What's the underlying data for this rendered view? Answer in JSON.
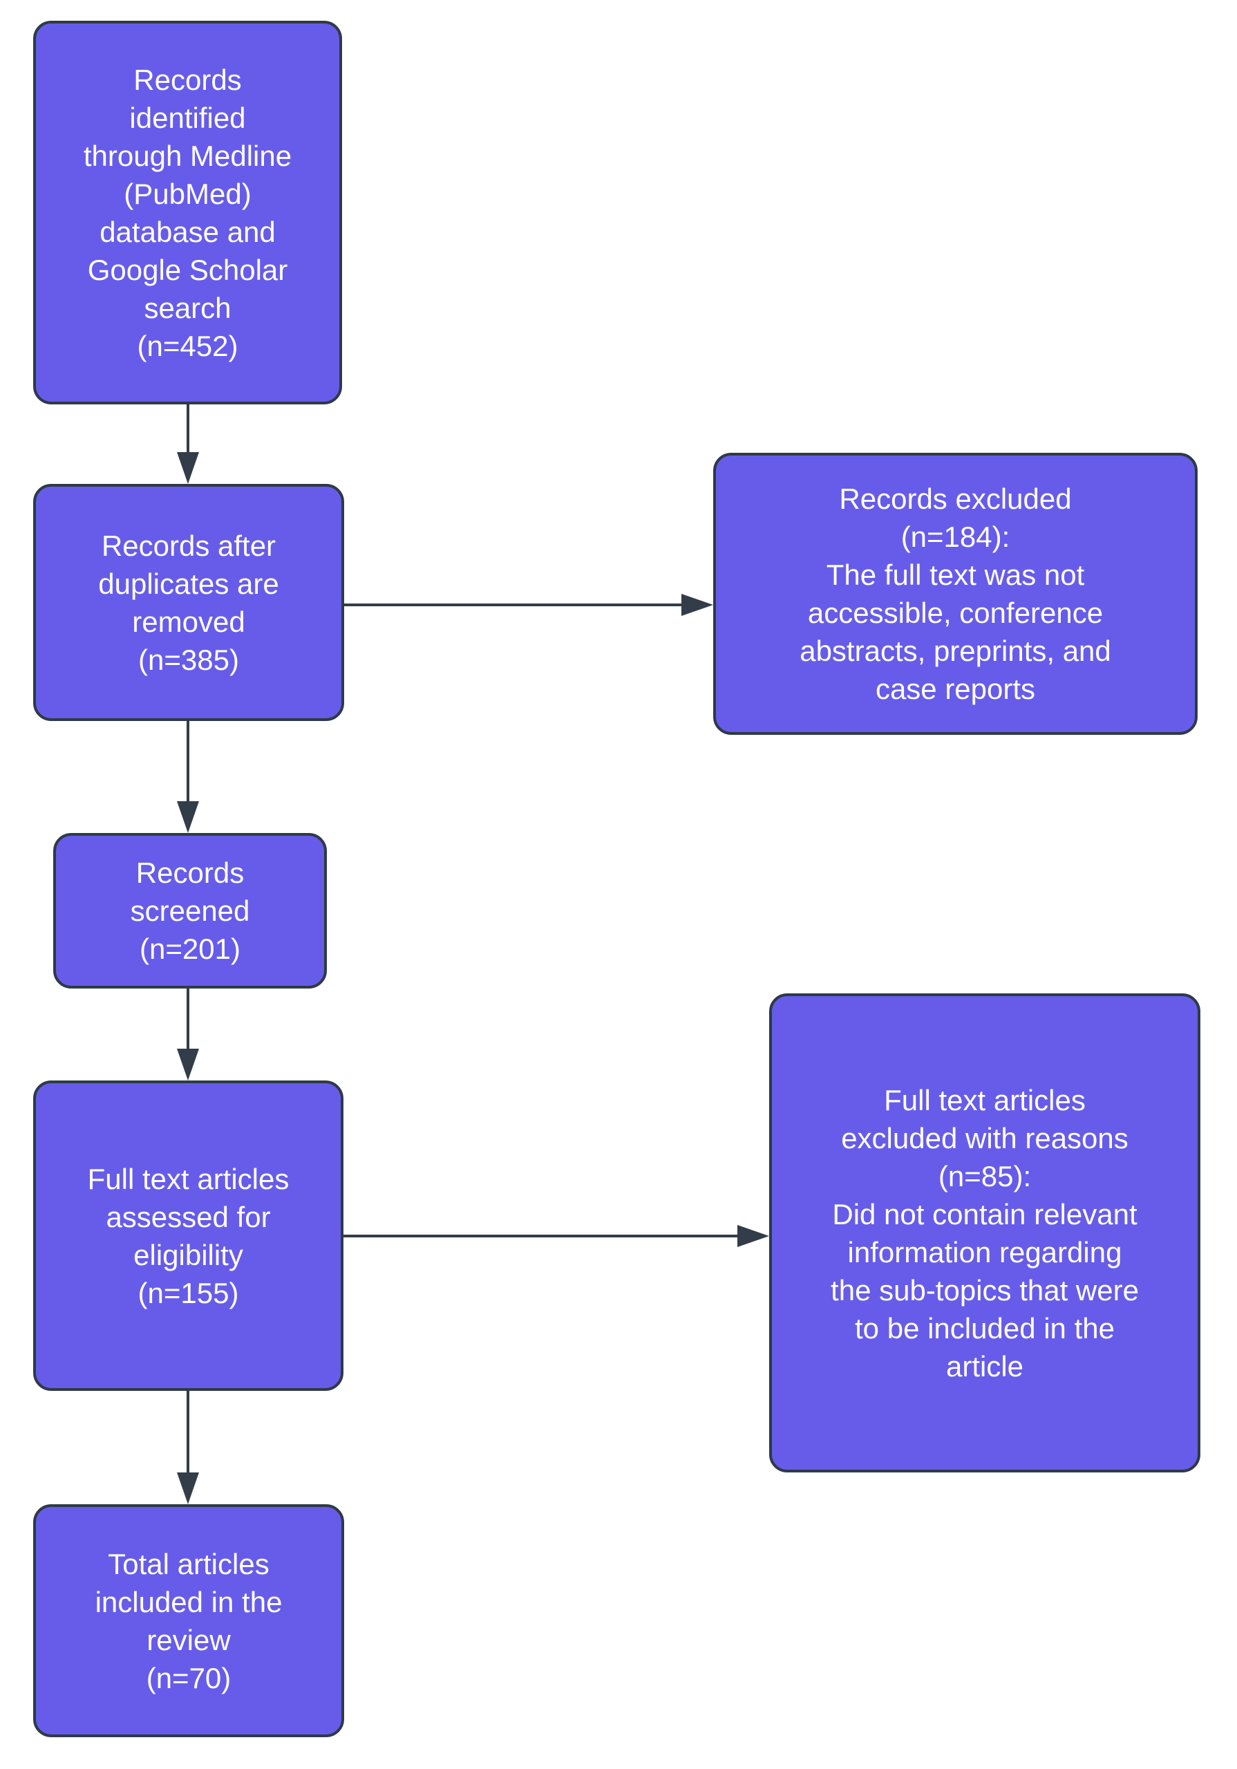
{
  "colors": {
    "node_fill": "#675CE9",
    "node_border": "#2E3A46",
    "arrow": "#333D49",
    "text": "#FFFFFF",
    "background": "#FFFFFF"
  },
  "nodes": {
    "identified": {
      "lines": [
        "Records",
        "identified",
        "through Medline",
        "(PubMed)",
        "database and",
        "Google Scholar",
        "search",
        "(n=452)"
      ],
      "n": 452
    },
    "duplicates_removed": {
      "lines": [
        "Records after",
        "duplicates are",
        "removed",
        "(n=385)"
      ],
      "n": 385
    },
    "records_excluded": {
      "lines": [
        "Records excluded",
        "(n=184):",
        "The full text was not",
        "accessible, conference",
        "abstracts, preprints, and",
        "case reports"
      ],
      "n": 184
    },
    "screened": {
      "lines": [
        "Records",
        "screened",
        "(n=201)"
      ],
      "n": 201
    },
    "eligibility": {
      "lines": [
        "Full text articles",
        "assessed for",
        "eligibility",
        "(n=155)"
      ],
      "n": 155
    },
    "fulltext_excluded": {
      "lines": [
        "Full text articles",
        "excluded with reasons",
        "(n=85):",
        "Did not contain relevant",
        "information regarding",
        "the sub-topics that were",
        "to be included in the",
        "article"
      ],
      "n": 85
    },
    "included": {
      "lines": [
        "Total articles",
        "included in the",
        "review",
        "(n=70)"
      ],
      "n": 70
    }
  }
}
